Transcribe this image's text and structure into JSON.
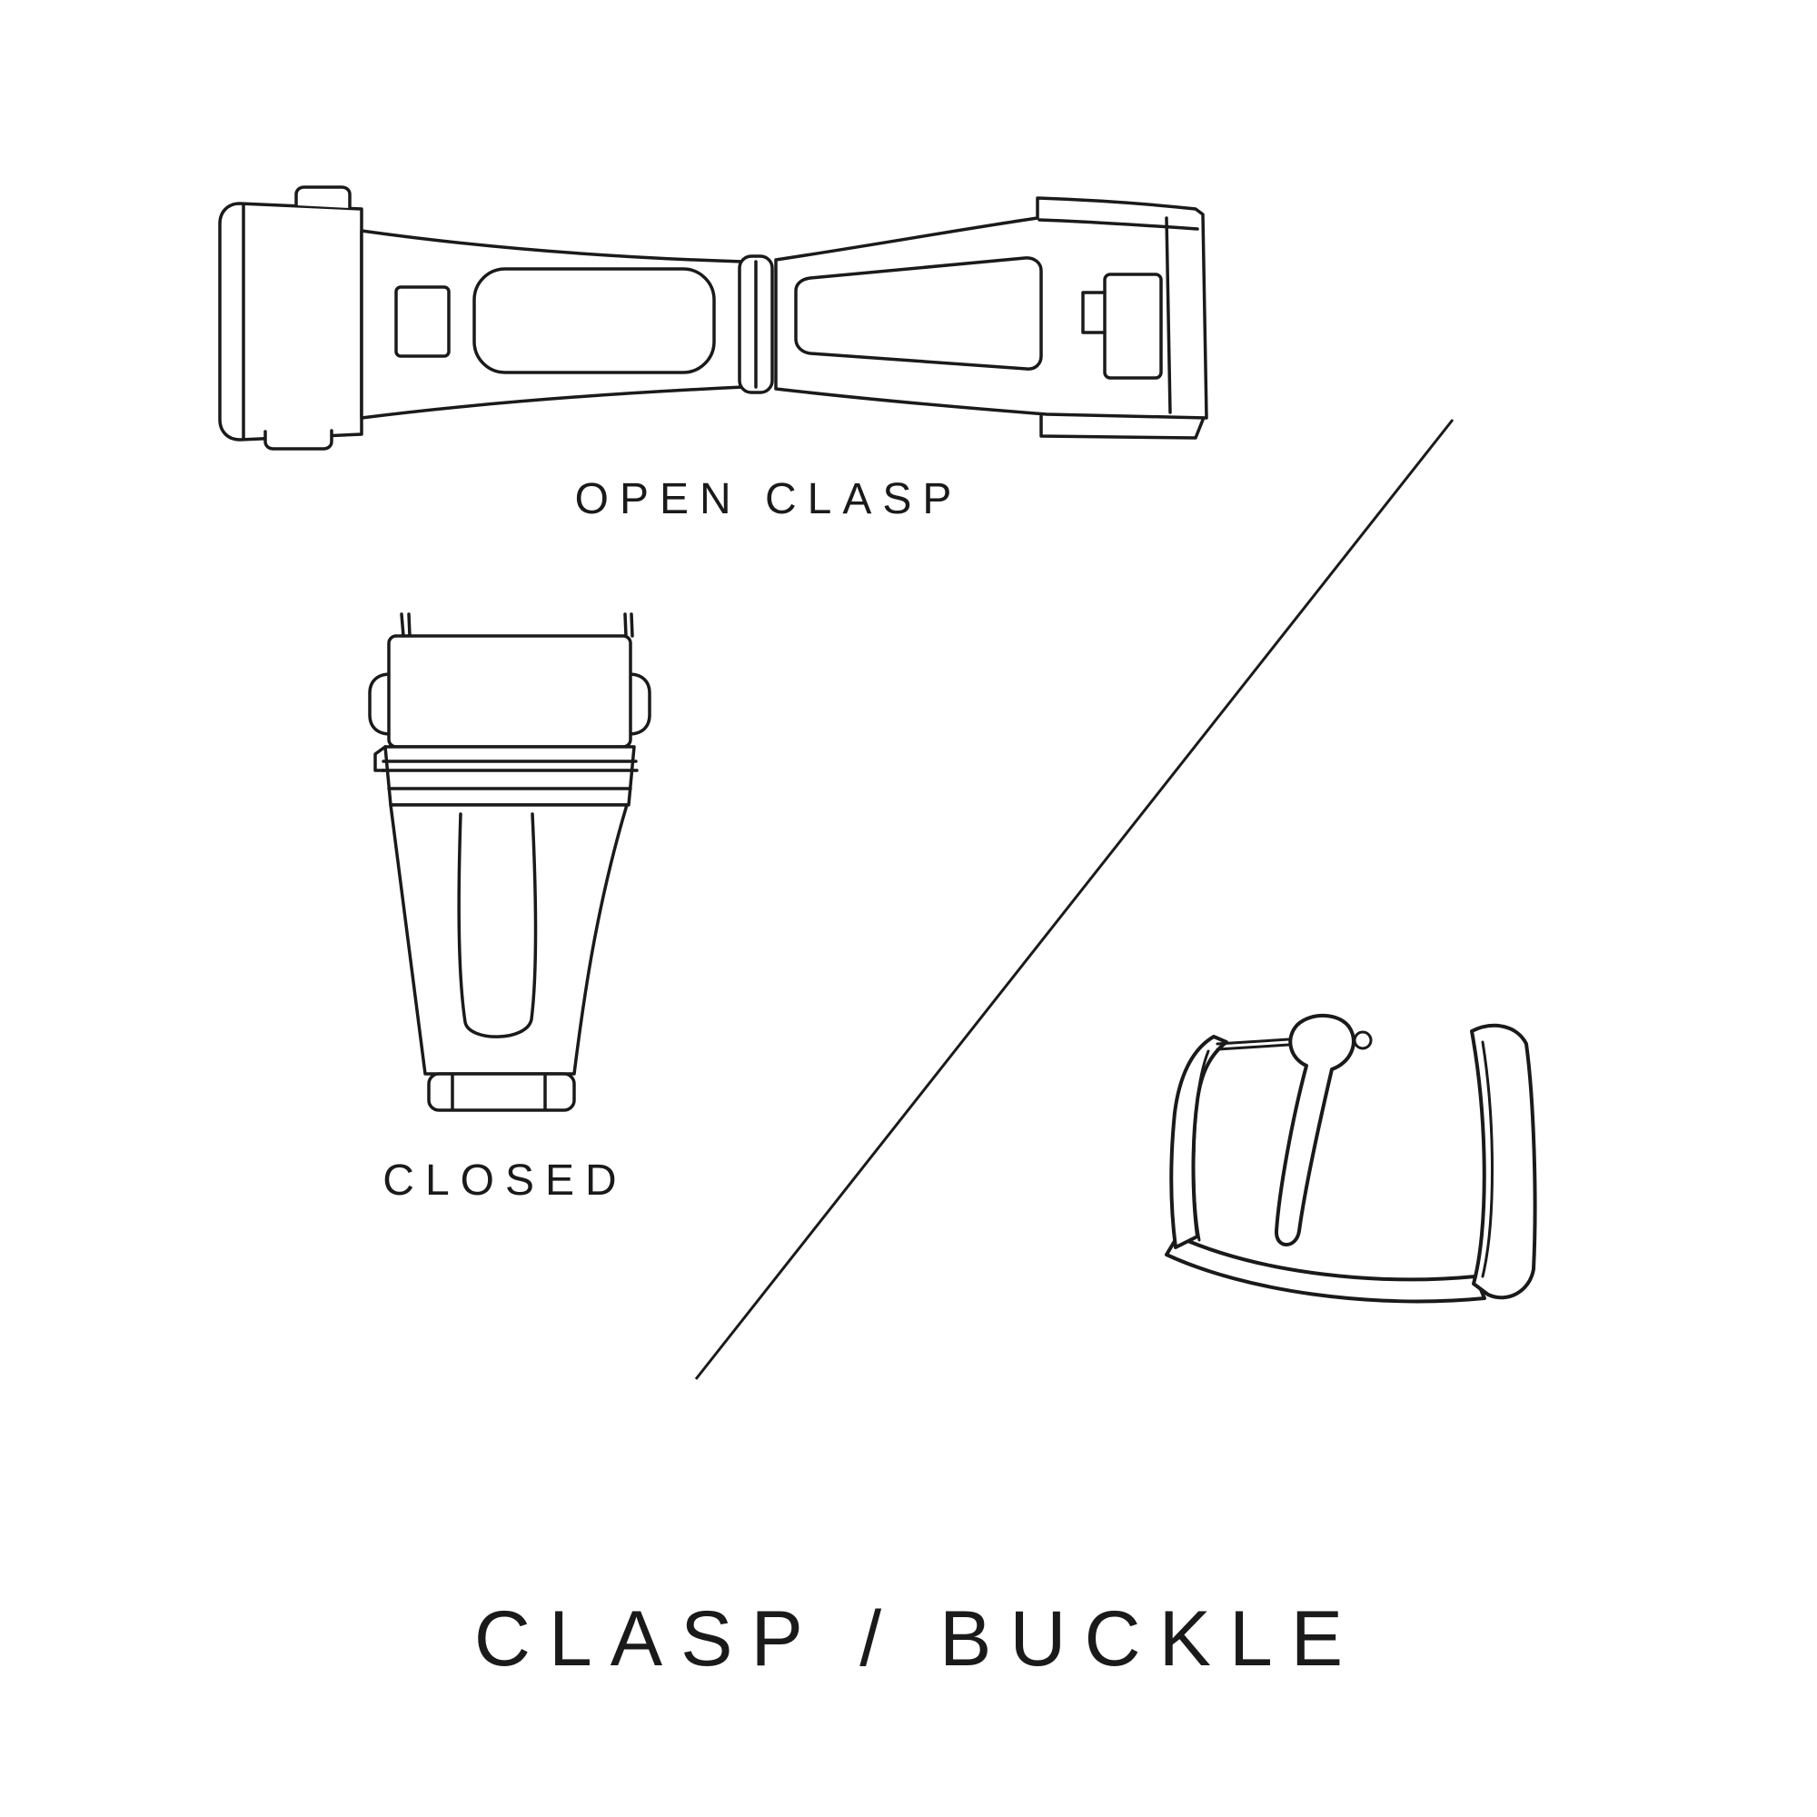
{
  "title": "CLASP / BUCKLE",
  "labels": {
    "open_clasp": "OPEN CLASP",
    "closed_clasp": "CLOSED"
  },
  "colors": {
    "ink": "#1a1a1a",
    "background": "#ffffff"
  },
  "icons": {
    "open_clasp": "open-clasp-illustration",
    "closed_clasp": "closed-clasp-illustration",
    "buckle": "tang-buckle-illustration",
    "divider": "diagonal-divider-line"
  }
}
